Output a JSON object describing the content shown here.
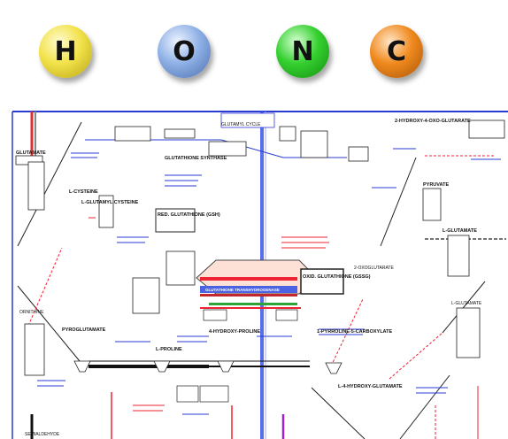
{
  "legend": [
    {
      "symbol": "H",
      "color": "#f2e24a"
    },
    {
      "symbol": "O",
      "color": "#8fb1e6"
    },
    {
      "symbol": "N",
      "color": "#35d030"
    },
    {
      "symbol": "C",
      "color": "#f08a1e"
    }
  ],
  "nodes": {
    "glutamate": "GLUTAMATE",
    "l_cysteine": "L-CYSTEINE",
    "l_glutamyl_cysteine": "L-GLUTAMYL CYSTEINE",
    "glutathione_synthase": "GLUTATHIONE SYNTHASE",
    "red_glutathione": "RED. GLUTATHIONE (GSH)",
    "ox_glutathione": "OXID. GLUTATHIONE (GSSG)",
    "glutathione_transhydrogenase": "GLUTATHIONE TRANSHYDROGENASE",
    "pyroglu": "PYROGLUTAMATE",
    "l_proline": "L-PROLINE",
    "hydroxyproline": "4-HYDROXY-PROLINE",
    "oxoglutarate": "2-OXOGLUTARATE",
    "l_glutamate_2": "L-GLUTAMATE",
    "ornithine": "ORNITHINE",
    "semialdehyde": "SEMIALDEHYDE",
    "glutamyl_cycle": "GLUTAMYL CYCLE",
    "dehydro_oxo": "2-HYDROXY-4-OXO-GLUTARATE",
    "pyruvate": "PYRUVATE",
    "l_glutamate_3": "L-GLUTAMATE",
    "pyrroline": "1-PYRROLINE-5-CARBOXYLATE",
    "hydroxy_glutamate": "L-4-HYDROXY-GLUTAMATE"
  }
}
